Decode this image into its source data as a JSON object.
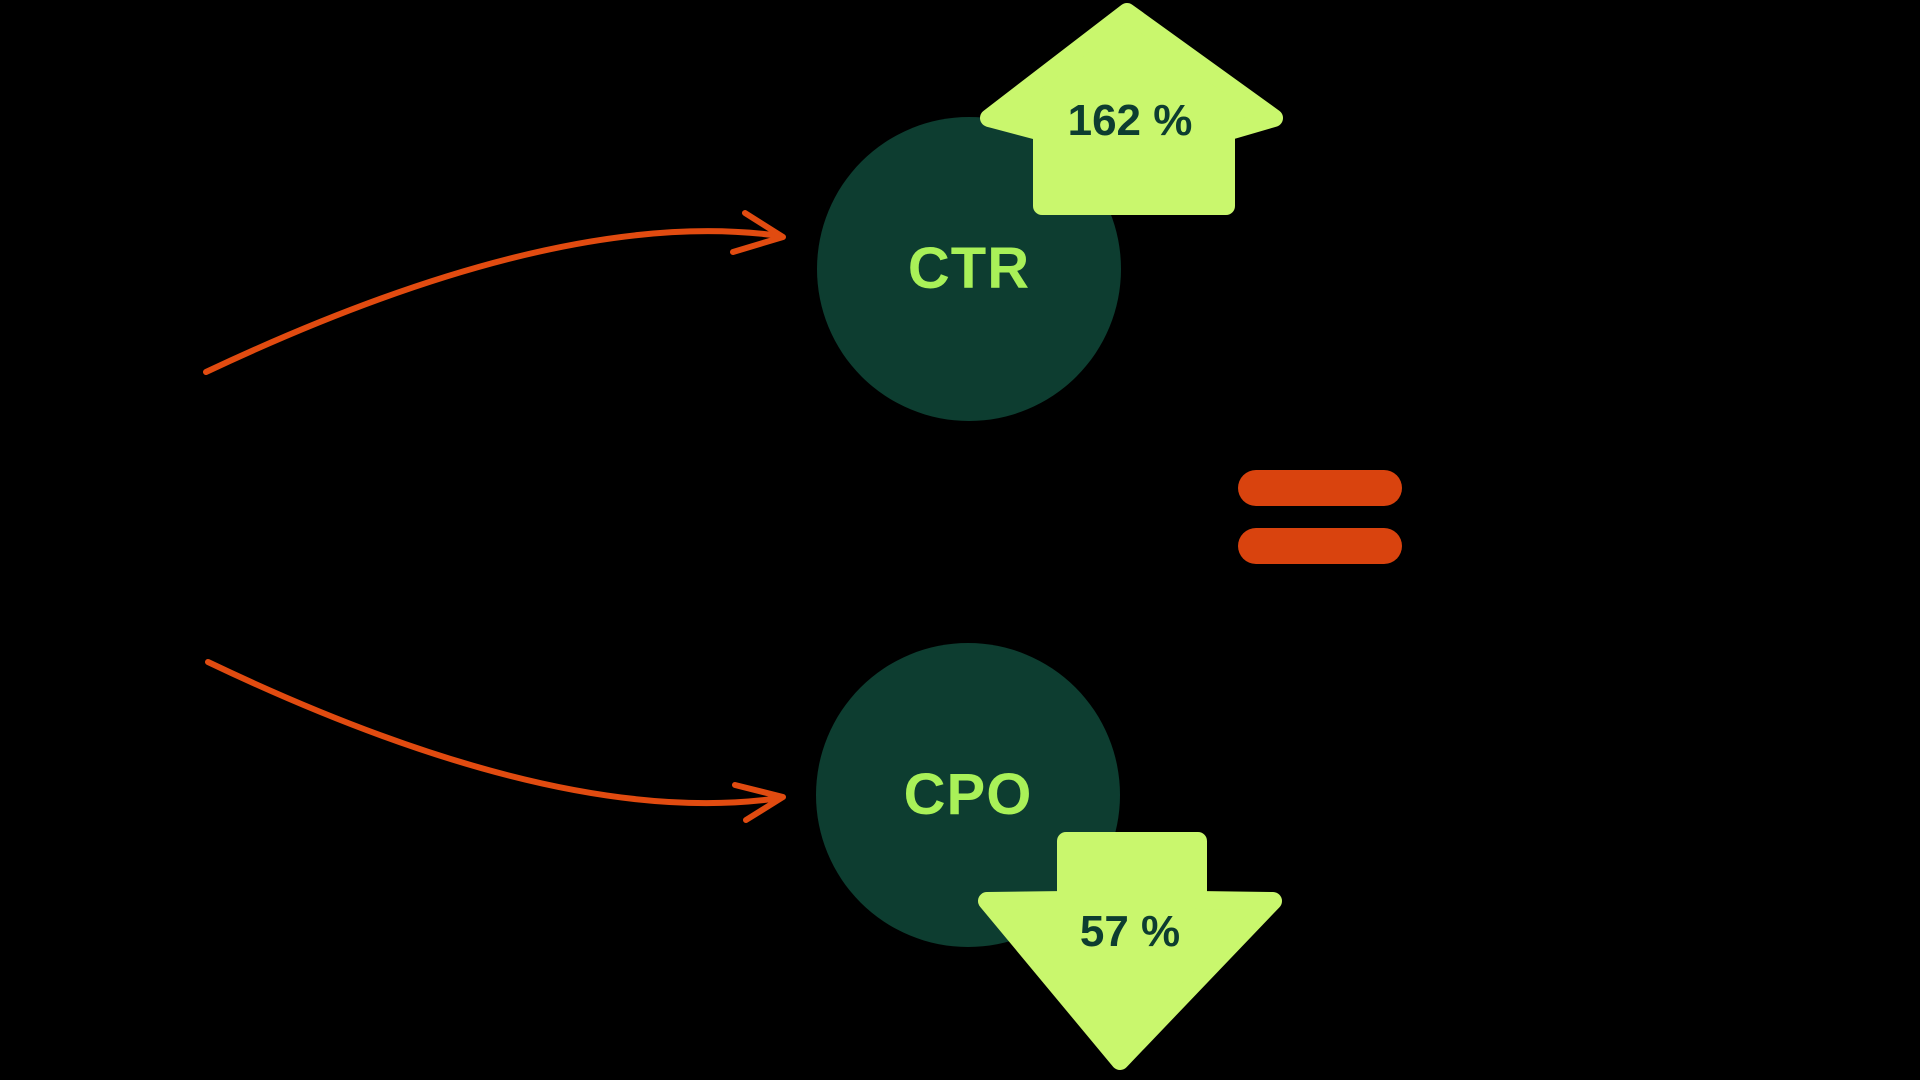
{
  "metrics": [
    {
      "id": "top",
      "label": "CTR",
      "change_value": "162 %",
      "direction": "up"
    },
    {
      "id": "bottom",
      "label": "CPO",
      "change_value": "57 %",
      "direction": "down"
    }
  ],
  "icons": {
    "top_connector": "curved-arrow-icon",
    "bottom_connector": "curved-arrow-icon",
    "increase": "arrow-up-icon",
    "decrease": "arrow-down-icon",
    "result": "equals-icon"
  },
  "colors": {
    "background": "#000000",
    "circle_fill": "#0d3d30",
    "circle_label": "#a9f158",
    "arrow_fill": "#c9f76d",
    "arrow_text": "#0d3d30",
    "equals_orange": "#d9430e",
    "curve_orange": "#e14b10"
  }
}
